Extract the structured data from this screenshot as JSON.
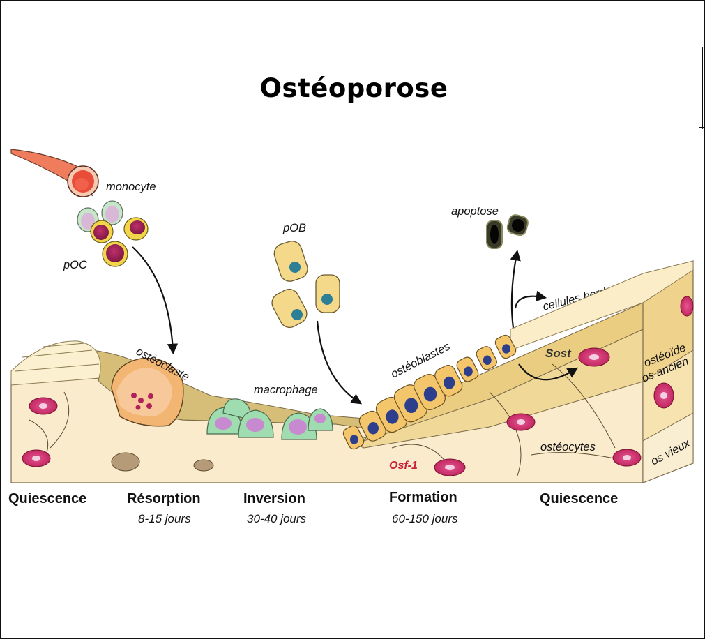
{
  "title": "Ostéoporose",
  "labels": {
    "monocyte": "monocyte",
    "poc": "pOC",
    "osteoclaste": "ostéoclaste",
    "macrophage": "macrophage",
    "pob": "pOB",
    "osteoblastes": "ostéoblastes",
    "apoptose": "apoptose",
    "cellules_bordantes": "cellules bordantes",
    "sost": "Sost",
    "osf1": "Osf-1",
    "osteocytes": "ostéocytes",
    "osteoide": "ostéoïde",
    "os_ancien": "os ancien",
    "os_vieux": "os vieux"
  },
  "phases": [
    {
      "name": "Quiescence",
      "duration": ""
    },
    {
      "name": "Résorption",
      "duration": "8-15 jours"
    },
    {
      "name": "Inversion",
      "duration": "30-40 jours"
    },
    {
      "name": "Formation",
      "duration": "60-150 jours"
    },
    {
      "name": "Quiescence",
      "duration": ""
    }
  ],
  "colors": {
    "bone_light": "#f7e6bf",
    "bone_mid": "#ecd08e",
    "osteoid": "#d9bf78",
    "osteocyte": "#d0306a",
    "osteoclast": "#f3b572",
    "macrophage": "#9fdcb0",
    "nucleus_blue": "#2c3e8c",
    "poc_nucleus": "#9b1f5a",
    "vessel": "#f08060"
  }
}
